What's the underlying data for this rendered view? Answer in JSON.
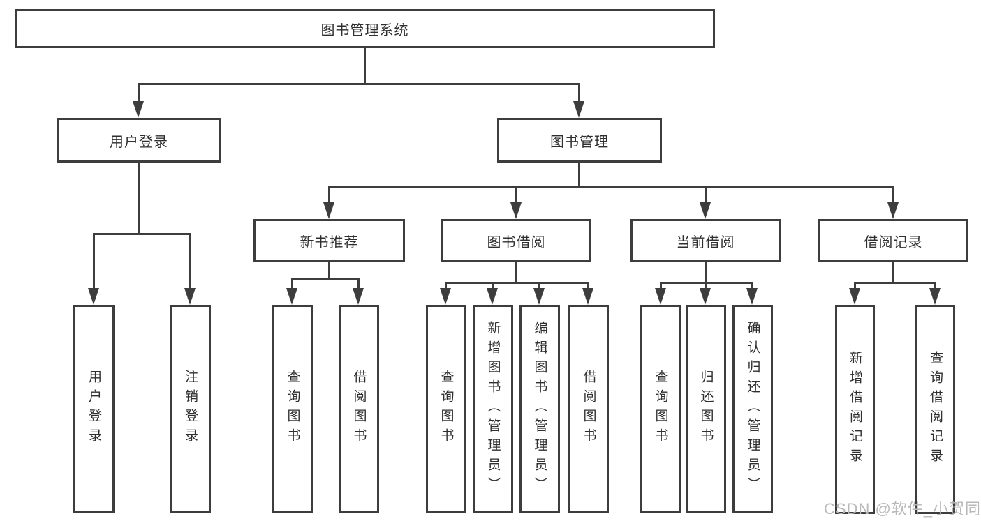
{
  "diagram": {
    "type": "hierarchy-tree",
    "root": {
      "label": "图书管理系统"
    },
    "level2": [
      {
        "label": "用户登录"
      },
      {
        "label": "图书管理"
      }
    ],
    "level3": [
      {
        "label": "新书推荐"
      },
      {
        "label": "图书借阅"
      },
      {
        "label": "当前借阅"
      },
      {
        "label": "借阅记录"
      }
    ],
    "leaves": {
      "user_login": [
        {
          "label": "用户登录"
        },
        {
          "label": "注销登录"
        }
      ],
      "new_book_recommend": [
        {
          "label": "查询图书"
        },
        {
          "label": "借阅图书"
        }
      ],
      "book_borrow": [
        {
          "label": "查询图书"
        },
        {
          "label": "新增图书（管理员）"
        },
        {
          "label": "编辑图书（管理员）"
        },
        {
          "label": "借阅图书"
        }
      ],
      "current_borrow": [
        {
          "label": "查询图书"
        },
        {
          "label": "归还图书"
        },
        {
          "label": "确认归还（管理员）"
        }
      ],
      "borrow_records": [
        {
          "label": "新增借阅记录"
        },
        {
          "label": "查询借阅记录"
        }
      ]
    },
    "watermark": "CSDN @软件_小贺同学",
    "colors": {
      "line": "#3d3d3d",
      "text": "#2f2f2f",
      "watermark": "#b8b8b8",
      "background": "#ffffff"
    }
  }
}
